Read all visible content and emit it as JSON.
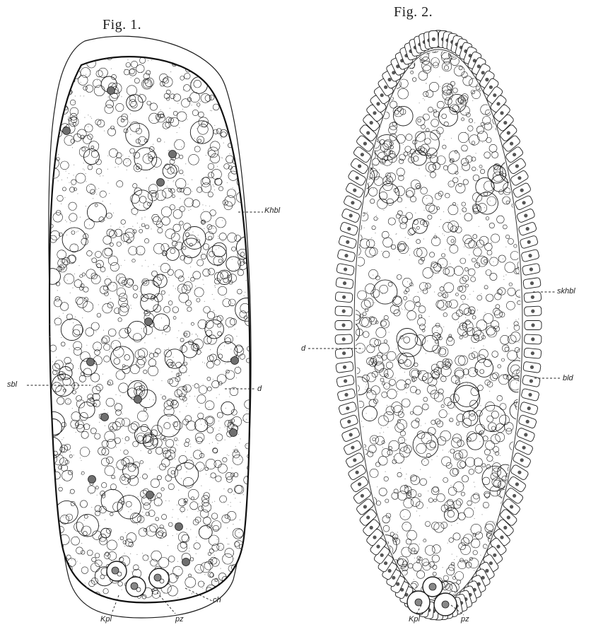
{
  "figures": [
    {
      "title": "Fig. 1.",
      "labels": {
        "khbl": "Khbl",
        "sbl": "sbl",
        "d": "d",
        "ch": "ch",
        "kpl": "Kpl",
        "pz": "pz"
      }
    },
    {
      "title": "Fig. 2.",
      "labels": {
        "skhbl": "skhbl",
        "d": "d",
        "bld": "bld",
        "kpl": "Kpl",
        "pz": "pz"
      }
    }
  ],
  "colors": {
    "ink": "#1c1c1c",
    "paper": "#ffffff",
    "stipple": "#9a9a9a"
  }
}
